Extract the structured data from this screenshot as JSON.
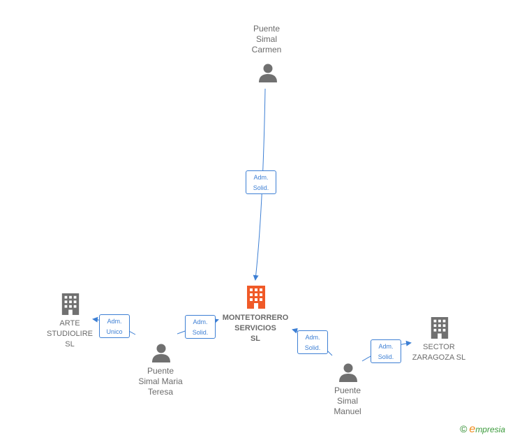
{
  "nodes": {
    "carmen": {
      "label": "Puente\nSimal\nCarmen",
      "icon": "person-icon"
    },
    "montetorrero": {
      "label": "MONTETORRERO\nSERVICIOS\nSL",
      "icon": "building-icon",
      "color": "#f05a28"
    },
    "arte": {
      "label": "ARTE\nSTUDIOLIRE\nSL",
      "icon": "building-icon"
    },
    "teresa": {
      "label": "Puente\nSimal Maria\nTeresa",
      "icon": "person-icon"
    },
    "manuel": {
      "label": "Puente\nSimal\nManuel",
      "icon": "person-icon"
    },
    "sector": {
      "label": "SECTOR\nZARAGOZA  SL",
      "icon": "building-icon"
    }
  },
  "roles": {
    "carmen_montetorrero": "Adm.\nSolid.",
    "teresa_arte": "Adm.\nUnico",
    "teresa_montetorrero": "Adm.\nSolid.",
    "manuel_montetorrero": "Adm.\nSolid.",
    "manuel_sector": "Adm.\nSolid."
  },
  "colors": {
    "edge": "#3d7fd4",
    "person": "#707070",
    "building": "#707070",
    "main": "#f05a28"
  },
  "brand": {
    "copyright": "©",
    "name_initial": "e",
    "name_rest": "mpresia"
  }
}
